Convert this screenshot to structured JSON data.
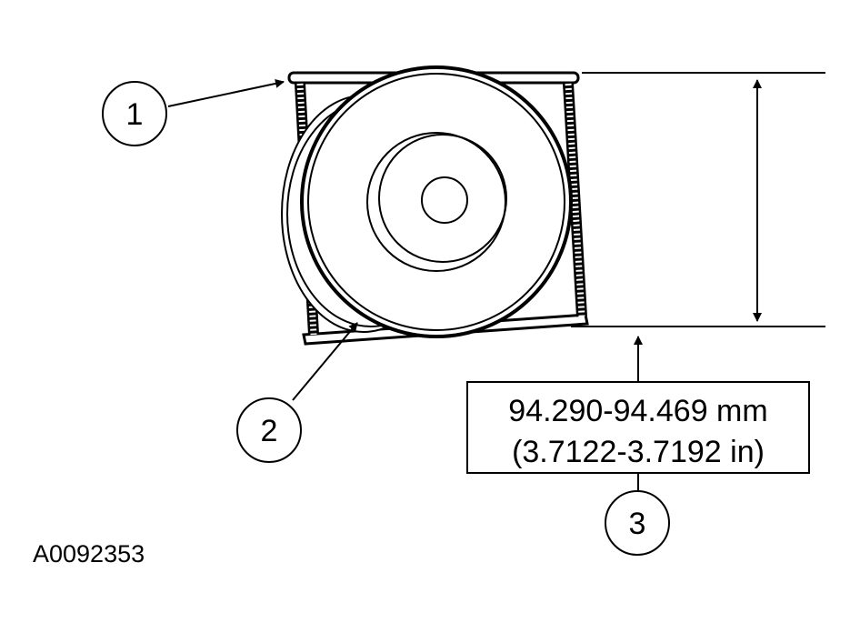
{
  "callouts": [
    {
      "label": "1"
    },
    {
      "label": "2"
    },
    {
      "label": "3"
    }
  ],
  "dimension": {
    "metric": "94.290-94.469 mm",
    "imperial": "(3.7122-3.7192 in)"
  },
  "figure_id": "A0092353"
}
